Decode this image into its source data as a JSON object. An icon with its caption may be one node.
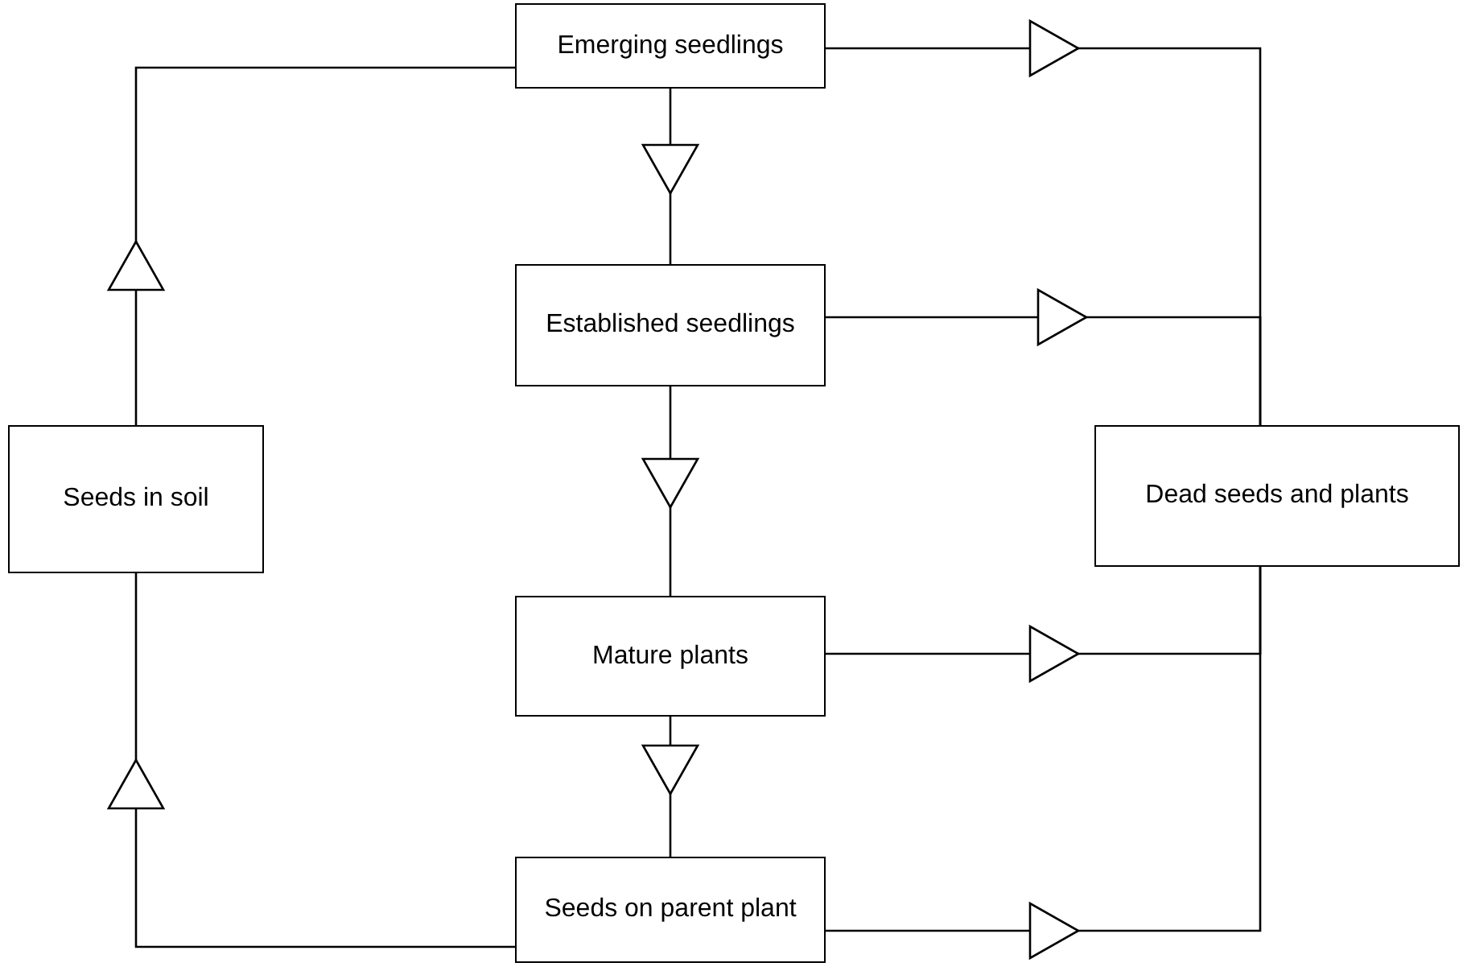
{
  "diagram": {
    "nodes": [
      {
        "text": [
          "Emerging seedlings"
        ]
      },
      {
        "text": [
          "Established seedlings"
        ]
      },
      {
        "text": [
          "Seeds in soil"
        ]
      },
      {
        "text": [
          "Dead seeds and plants"
        ]
      },
      {
        "text": [
          "Mature plants"
        ]
      },
      {
        "text": [
          "Seeds on parent plant"
        ]
      }
    ],
    "edges": [
      {
        "from": 0,
        "to": 1,
        "arrow": "to"
      },
      {
        "from": 1,
        "to": 4,
        "arrow": "to"
      },
      {
        "from": 4,
        "to": 5,
        "arrow": "to"
      },
      {
        "from": 2,
        "to": 0,
        "arrow": "to"
      },
      {
        "from": 5,
        "to": 2,
        "arrow": "to"
      },
      {
        "from": 0,
        "to": 3,
        "arrow": "to"
      },
      {
        "from": 1,
        "to": 3,
        "arrow": "to"
      },
      {
        "from": 4,
        "to": 3,
        "arrow": "to"
      },
      {
        "from": 5,
        "to": 3,
        "arrow": "to"
      }
    ]
  }
}
